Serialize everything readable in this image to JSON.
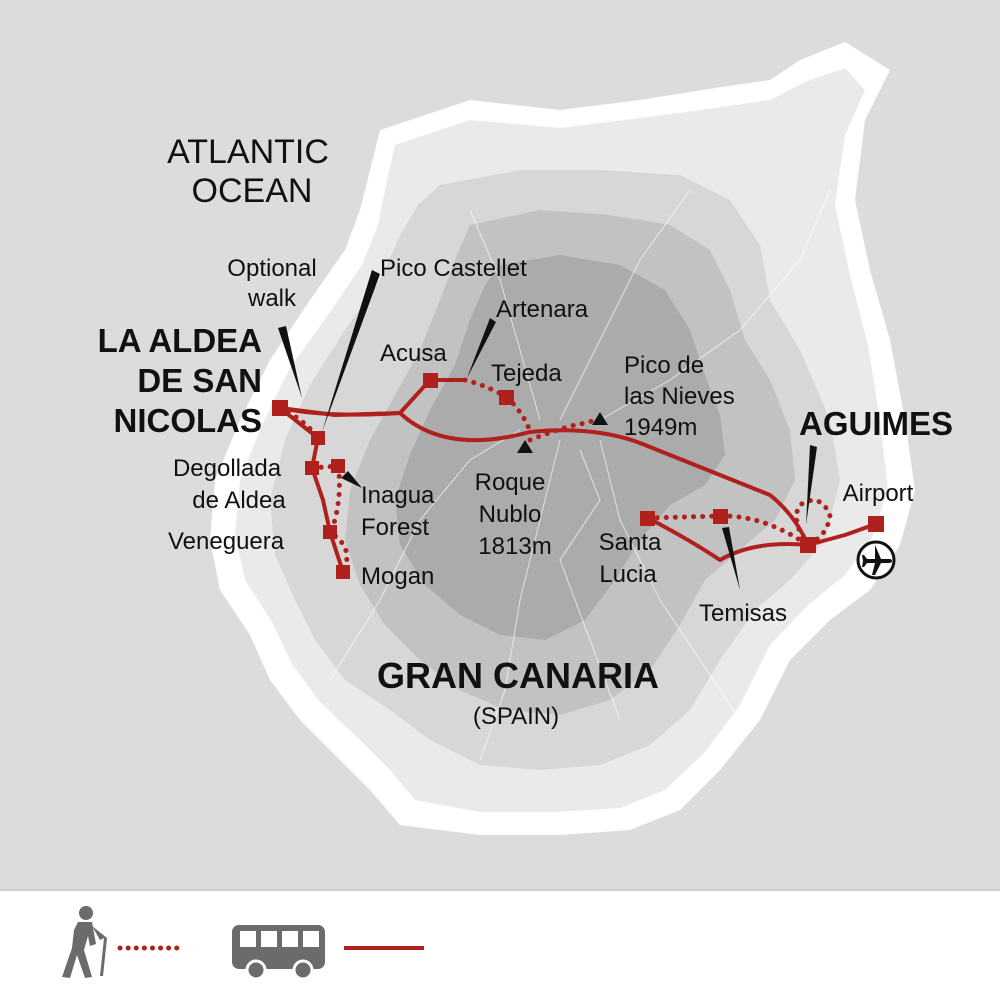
{
  "colors": {
    "sea": "#dcdcdc",
    "coast": "#ffffff",
    "land1": "#eaeaea",
    "land2": "#d7d7d7",
    "land3": "#c2c2c2",
    "land4": "#ababab",
    "route": "#b0211e",
    "peak": "#111111",
    "legend_icon": "#6b6b6b"
  },
  "ocean": {
    "line1": "ATLANTIC",
    "line2": "OCEAN"
  },
  "island": {
    "name": "GRAN CANARIA",
    "country": "(SPAIN)"
  },
  "towns": {
    "la_aldea": {
      "line1": "LA ALDEA",
      "line2": "DE SAN",
      "line3": "NICOLAS"
    },
    "aguimes": "AGUIMES",
    "acusa": "Acusa",
    "artenara": "Artenara",
    "tejeda": "Tejeda",
    "pico_castellet": "Pico Castellet",
    "optional_walk": {
      "line1": "Optional",
      "line2": "walk"
    },
    "degollada": {
      "line1": "Degollada",
      "line2": "de Aldea"
    },
    "inagua": {
      "line1": "Inagua",
      "line2": "Forest"
    },
    "veneguera": "Veneguera",
    "mogan": "Mogan",
    "roque_nublo": {
      "line1": "Roque",
      "line2": "Nublo",
      "line3": "1813m"
    },
    "pico_nieves": {
      "line1": "Pico de",
      "line2": "las Nieves",
      "line3": "1949m"
    },
    "santa_lucia": {
      "line1": "Santa",
      "line2": "Lucia"
    },
    "temisas": "Temisas",
    "airport": "Airport"
  },
  "legend": {
    "walking": {
      "icon": "hiker-icon",
      "line": "dotted"
    },
    "transport": {
      "icon": "bus-icon",
      "line": "solid"
    }
  }
}
